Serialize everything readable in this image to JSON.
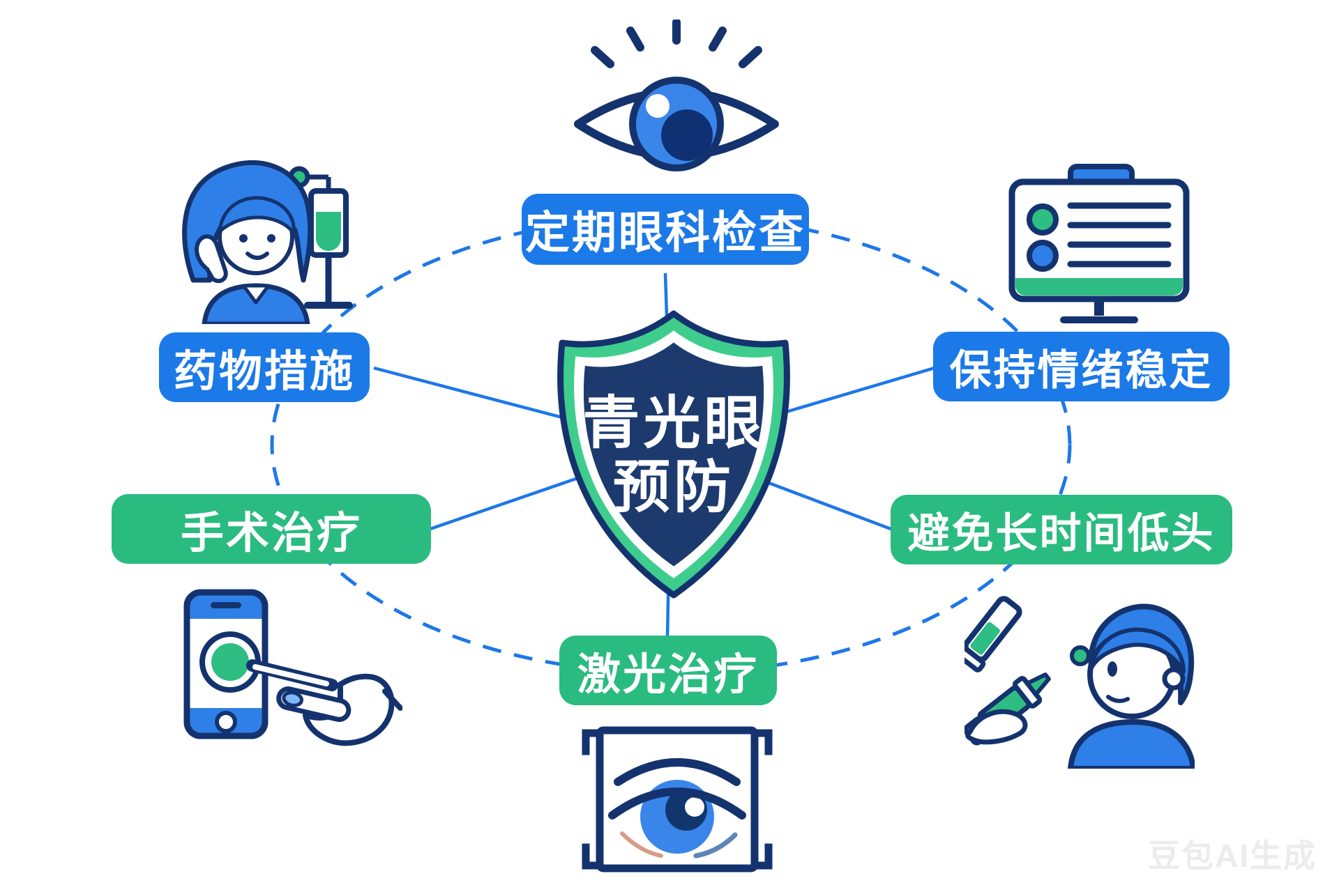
{
  "title": {
    "line1": "青光眼",
    "line2": "预防"
  },
  "nodes": [
    {
      "label": "定期眼科检查",
      "color": "blue",
      "position": "top",
      "icon": "eye-icon"
    },
    {
      "label": "药物措施",
      "color": "blue",
      "position": "left-upper",
      "icon": "woman-iv-drip-icon"
    },
    {
      "label": "保持情绪稳定",
      "color": "blue",
      "position": "right-upper",
      "icon": "monitor-checklist-icon"
    },
    {
      "label": "手术治疗",
      "color": "green",
      "position": "left-lower",
      "icon": "phone-stylus-icon"
    },
    {
      "label": "避免长时间低头",
      "color": "green",
      "position": "right-lower",
      "icon": "eye-drops-icon"
    },
    {
      "label": "激光治疗",
      "color": "green",
      "position": "bottom",
      "icon": "eye-scan-frame-icon"
    }
  ],
  "center_icon": "shield-icon",
  "colors": {
    "label_blue": "#1b79e8",
    "label_green": "#2abb80",
    "navy_outline": "#14336e",
    "shield_green": "#3fcd8e",
    "shield_core": "#1d3a6f",
    "icon_blue": "#2f7fe8",
    "iris_blue": "#3a85ea",
    "line_blue": "#1d77e8",
    "background": "#ffffff"
  },
  "watermark": "豆包AI生成"
}
